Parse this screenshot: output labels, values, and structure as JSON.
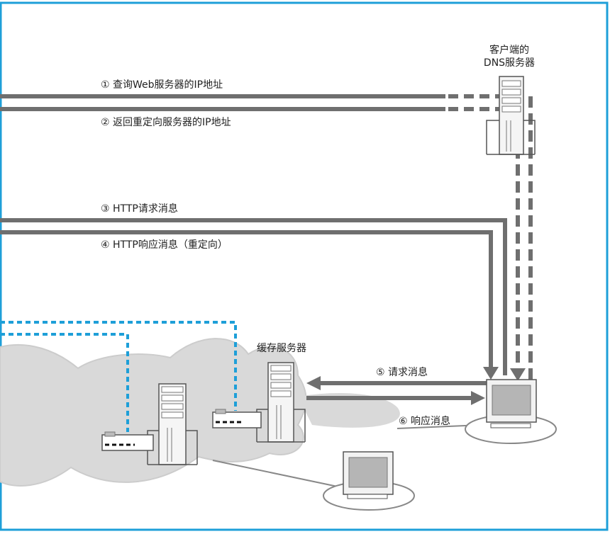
{
  "frame_color": "#1e9fd8",
  "arrow_color": "#6f6f6f",
  "cloud_color": "#d9d9d9",
  "proxy_path_color": "#1e9fd8",
  "messages": {
    "m1": "① 查询Web服务器的IP地址",
    "m2": "② 返回重定向服务器的IP地址",
    "m3": "③ HTTP请求消息",
    "m4": "④ HTTP响应消息（重定向）",
    "m5": "⑤ 请求消息",
    "m6": "⑥ 响应消息"
  },
  "nodes": {
    "dns_server_line1": "客户端的",
    "dns_server_line2": "DNS服务器",
    "cache_server": "缓存服务器"
  }
}
